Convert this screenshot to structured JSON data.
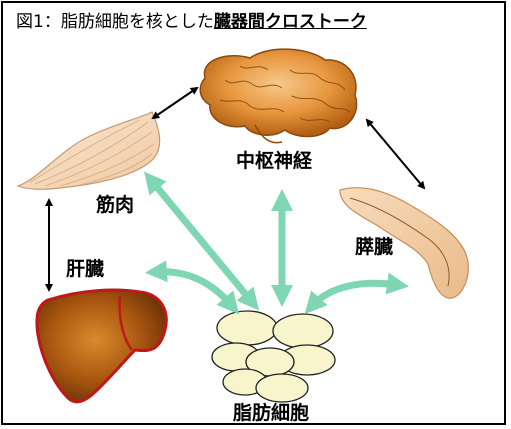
{
  "title": {
    "prefix": "図1：脂肪細胞を核とした",
    "emphasis": "臓器間クロストーク"
  },
  "labels": {
    "cns": "中枢神経",
    "muscle": "筋肉",
    "liver": "肝臓",
    "pancreas": "膵臓",
    "adipocyte": "脂肪細胞"
  },
  "colors": {
    "arrow_green": "#7fd6b2",
    "brain": "#e38e35",
    "muscle": "#f6dcbf",
    "liver": "#a8560f",
    "liver_outline": "#c01818",
    "pancreas": "#f3cfa8",
    "adipocyte": "#f8f5cc"
  }
}
